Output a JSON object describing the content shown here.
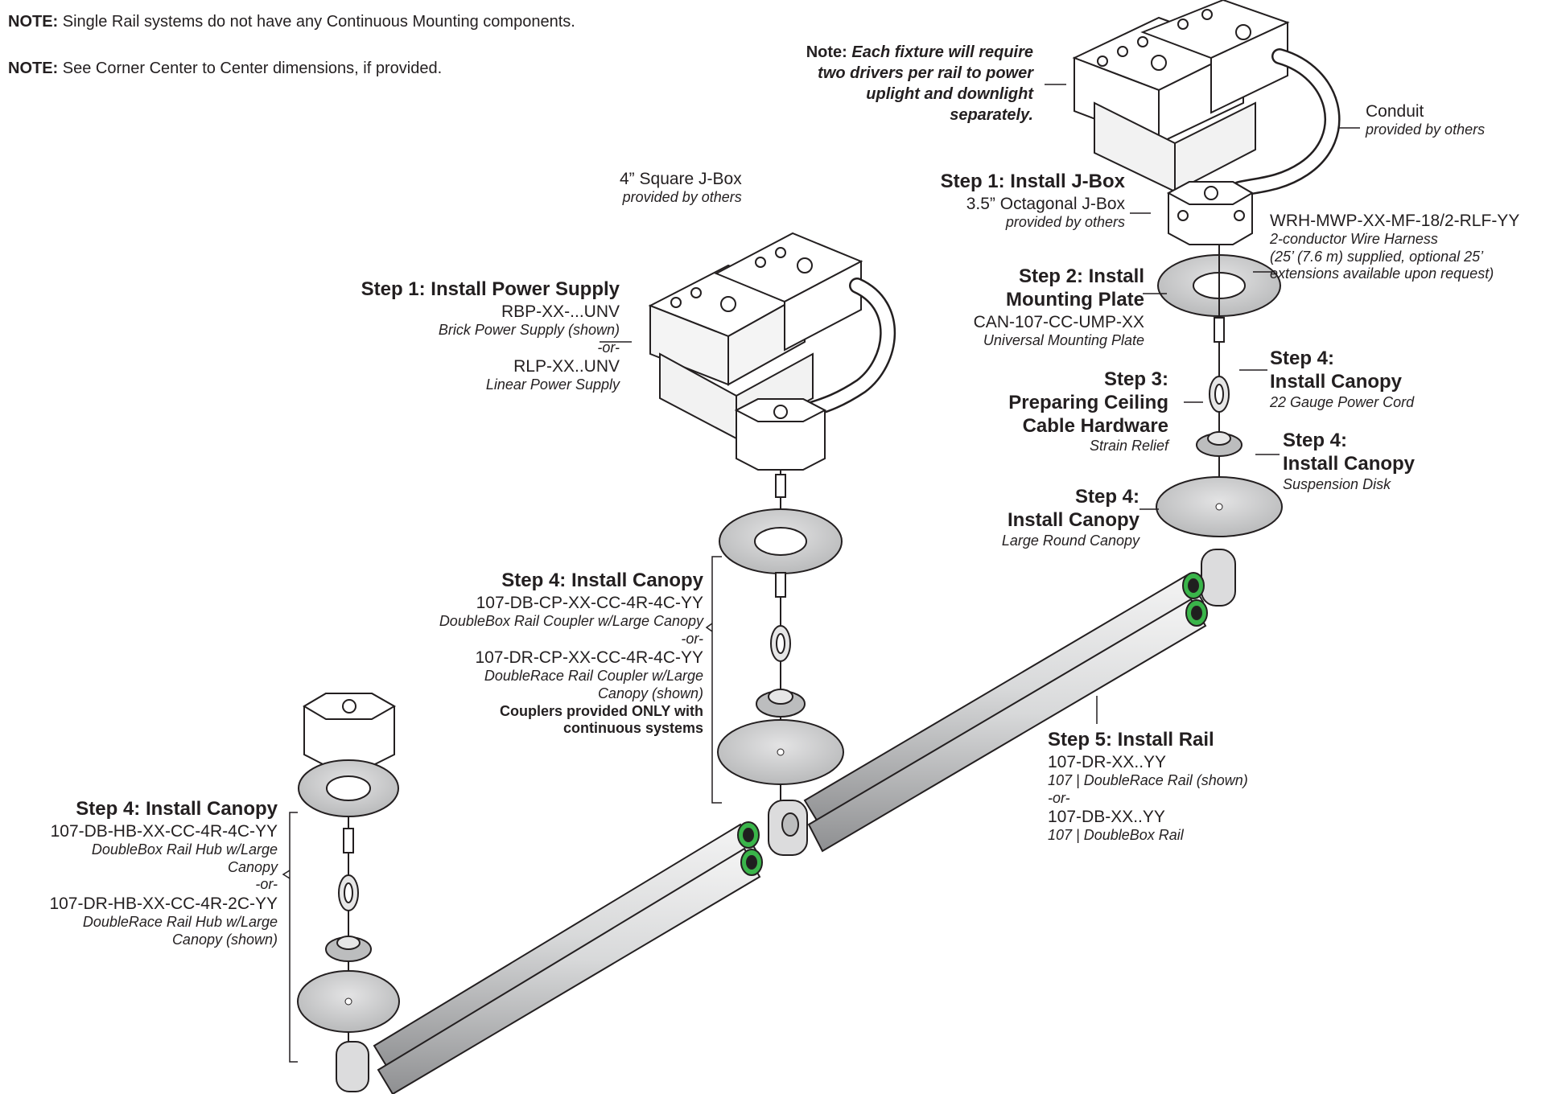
{
  "notes": [
    {
      "prefix": "NOTE:",
      "text": " Single Rail systems do not have any Continuous Mounting components."
    },
    {
      "prefix": "NOTE:",
      "text": " See Corner Center to Center dimensions, if provided."
    }
  ],
  "top_note": {
    "prefix": "Note: ",
    "text": "Each fixture will require two drivers per rail to power uplight and downlight separately."
  },
  "labels": {
    "conduit": {
      "code": "Conduit",
      "desc": "provided by others"
    },
    "square_jbox": {
      "code": "4” Square J-Box",
      "desc": "provided by others"
    },
    "step1_jbox": {
      "title": "Step 1: Install J-Box",
      "code": "3.5” Octagonal J-Box",
      "desc": "provided by others"
    },
    "wire_harness": {
      "code": "WRH-MWP-XX-MF-18/2-RLF-YY",
      "desc1": "2-conductor Wire Harness",
      "desc2": "(25’ (7.6 m) supplied, optional 25’",
      "desc3": "extensions available upon request)"
    },
    "step1_power": {
      "title": "Step 1: Install Power Supply",
      "code1": "RBP-XX-...UNV",
      "desc1": "Brick Power Supply (shown)",
      "or": "-or-",
      "code2": "RLP-XX..UNV",
      "desc2": "Linear Power Supply"
    },
    "step2": {
      "title1": "Step 2: Install",
      "title2": "Mounting Plate",
      "code": "CAN-107-CC-UMP-XX",
      "desc": "Universal Mounting Plate"
    },
    "step3": {
      "title1": "Step 3:",
      "title2": "Preparing Ceiling",
      "title3": "Cable Hardware",
      "desc": "Strain Relief"
    },
    "step4_cord": {
      "title1": "Step 4:",
      "title2": "Install Canopy",
      "desc": "22 Gauge Power Cord"
    },
    "step4_disk": {
      "title1": "Step 4:",
      "title2": "Install Canopy",
      "desc": "Suspension Disk"
    },
    "step4_large": {
      "title1": "Step 4:",
      "title2": "Install Canopy",
      "desc": "Large Round Canopy"
    },
    "step4_coupler": {
      "title": "Step 4: Install Canopy",
      "code1": "107-DB-CP-XX-CC-4R-4C-YY",
      "desc1": "DoubleBox Rail Coupler w/Large Canopy",
      "or": "-or-",
      "code2": "107-DR-CP-XX-CC-4R-4C-YY",
      "desc2a": "DoubleRace Rail Coupler w/Large",
      "desc2b": "Canopy (shown)",
      "bold1": "Couplers provided ONLY with",
      "bold2": "continuous systems"
    },
    "step4_hub": {
      "title": "Step 4: Install Canopy",
      "code1": "107-DB-HB-XX-CC-4R-4C-YY",
      "desc1a": "DoubleBox Rail Hub w/Large",
      "desc1b": "Canopy",
      "or": "-or-",
      "code2": "107-DR-HB-XX-CC-4R-2C-YY",
      "desc2a": "DoubleRace Rail Hub w/Large",
      "desc2b": "Canopy (shown)"
    },
    "step5": {
      "title": "Step 5: Install Rail",
      "code1": "107-DR-XX..YY",
      "desc1": "107 | DoubleRace Rail (shown)",
      "or": "-or-",
      "code2": "107-DB-XX..YY",
      "desc2": "107 | DoubleBox Rail"
    }
  },
  "colors": {
    "ink": "#231f20",
    "rail": "#d9dadb",
    "rail_dark": "#9a9b9d",
    "canopy": "#c8c9ca",
    "endcap_green": "#3ab54a"
  }
}
